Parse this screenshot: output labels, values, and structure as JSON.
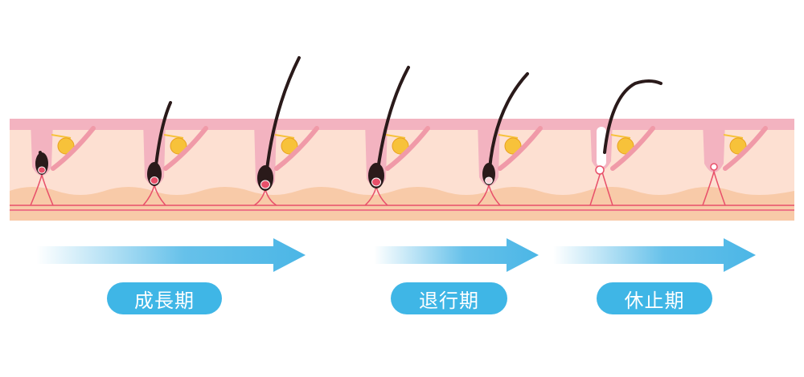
{
  "phases": [
    {
      "label": "成長期"
    },
    {
      "label": "退行期"
    },
    {
      "label": "休止期"
    }
  ],
  "colors": {
    "skin_surface": "#f3b3c0",
    "dermis": "#fde0d2",
    "subcutis": "#f8caa8",
    "vessel": "#e8506a",
    "hair": "#2a1a1a",
    "sebaceous_gland": "#f7c23a",
    "arrow": "#4bb6e6",
    "label_background": "#3fb6e6"
  },
  "hair_stages": [
    "growth-early",
    "growth-mid",
    "growth-full",
    "regression-early",
    "regression-mid",
    "resting-club",
    "resting-empty"
  ]
}
